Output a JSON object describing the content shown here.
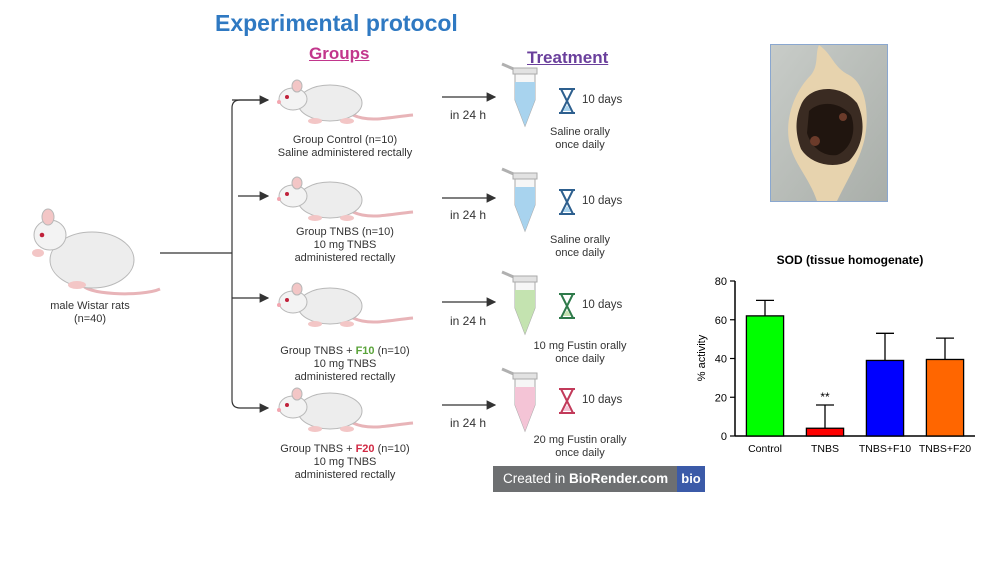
{
  "title": "Experimental protocol",
  "headers": {
    "groups": "Groups",
    "treatment": "Treatment"
  },
  "source": {
    "line1": "male Wistar rats",
    "line2": "(n=40)"
  },
  "groups": [
    {
      "line1": "Group Control (n=10)",
      "line2": "Saline administered rectally",
      "line3": ""
    },
    {
      "line1": "Group TNBS (n=10)",
      "line2": "10 mg TNBS",
      "line3": "administered rectally"
    },
    {
      "line1_pre": "Group TNBS + ",
      "line1_hl": "F10",
      "line1_post": " (n=10)",
      "line2": "10 mg TNBS",
      "line3": "administered rectally"
    },
    {
      "line1_pre": "Group TNBS + ",
      "line1_hl": "F20",
      "line1_post": " (n=10)",
      "line2": "10 mg TNBS",
      "line3": "administered rectally"
    }
  ],
  "treatments": [
    {
      "delay": "in 24 h",
      "duration": "10 days",
      "line1": "Saline orally",
      "line2": "once daily",
      "liquid_color": "#a8d3ee",
      "timer_color": "#2d5f8e"
    },
    {
      "delay": "in 24 h",
      "duration": "10 days",
      "line1": "Saline orally",
      "line2": "once daily",
      "liquid_color": "#a8d3ee",
      "timer_color": "#2d5f8e"
    },
    {
      "delay": "in 24 h",
      "duration": "10 days",
      "line1": "10 mg Fustin orally",
      "line2": "once daily",
      "liquid_color": "#c4e3b0",
      "timer_color": "#2e7a4a"
    },
    {
      "delay": "in 24 h",
      "duration": "10 days",
      "line1": "20 mg Fustin orally",
      "line2": "once daily",
      "liquid_color": "#f4c4d6",
      "timer_color": "#c23a5a"
    }
  ],
  "colors": {
    "title": "#2f79c2",
    "groups": "#c2368c",
    "treatment": "#6a3f9c",
    "f10": "#5aa33a",
    "f20": "#d12a44"
  },
  "badge": {
    "prefix": "Created in ",
    "brand": "BioRender.com",
    "logo": "bio"
  },
  "chart_data": {
    "type": "bar",
    "title": "SOD (tissue homogenate)",
    "ylabel": "% activity",
    "xlabel": "",
    "categories": [
      "Control",
      "TNBS",
      "TNBS+F10",
      "TNBS+F20"
    ],
    "values": [
      62,
      4,
      39,
      39.5
    ],
    "errors": [
      8,
      12,
      14,
      11
    ],
    "colors": [
      "#00ff00",
      "#ff0000",
      "#0000ff",
      "#ff6600"
    ],
    "annotations": [
      "",
      "**",
      "",
      ""
    ],
    "ylim": [
      0,
      80
    ],
    "yticks": [
      0,
      20,
      40,
      60,
      80
    ],
    "grid": false
  }
}
